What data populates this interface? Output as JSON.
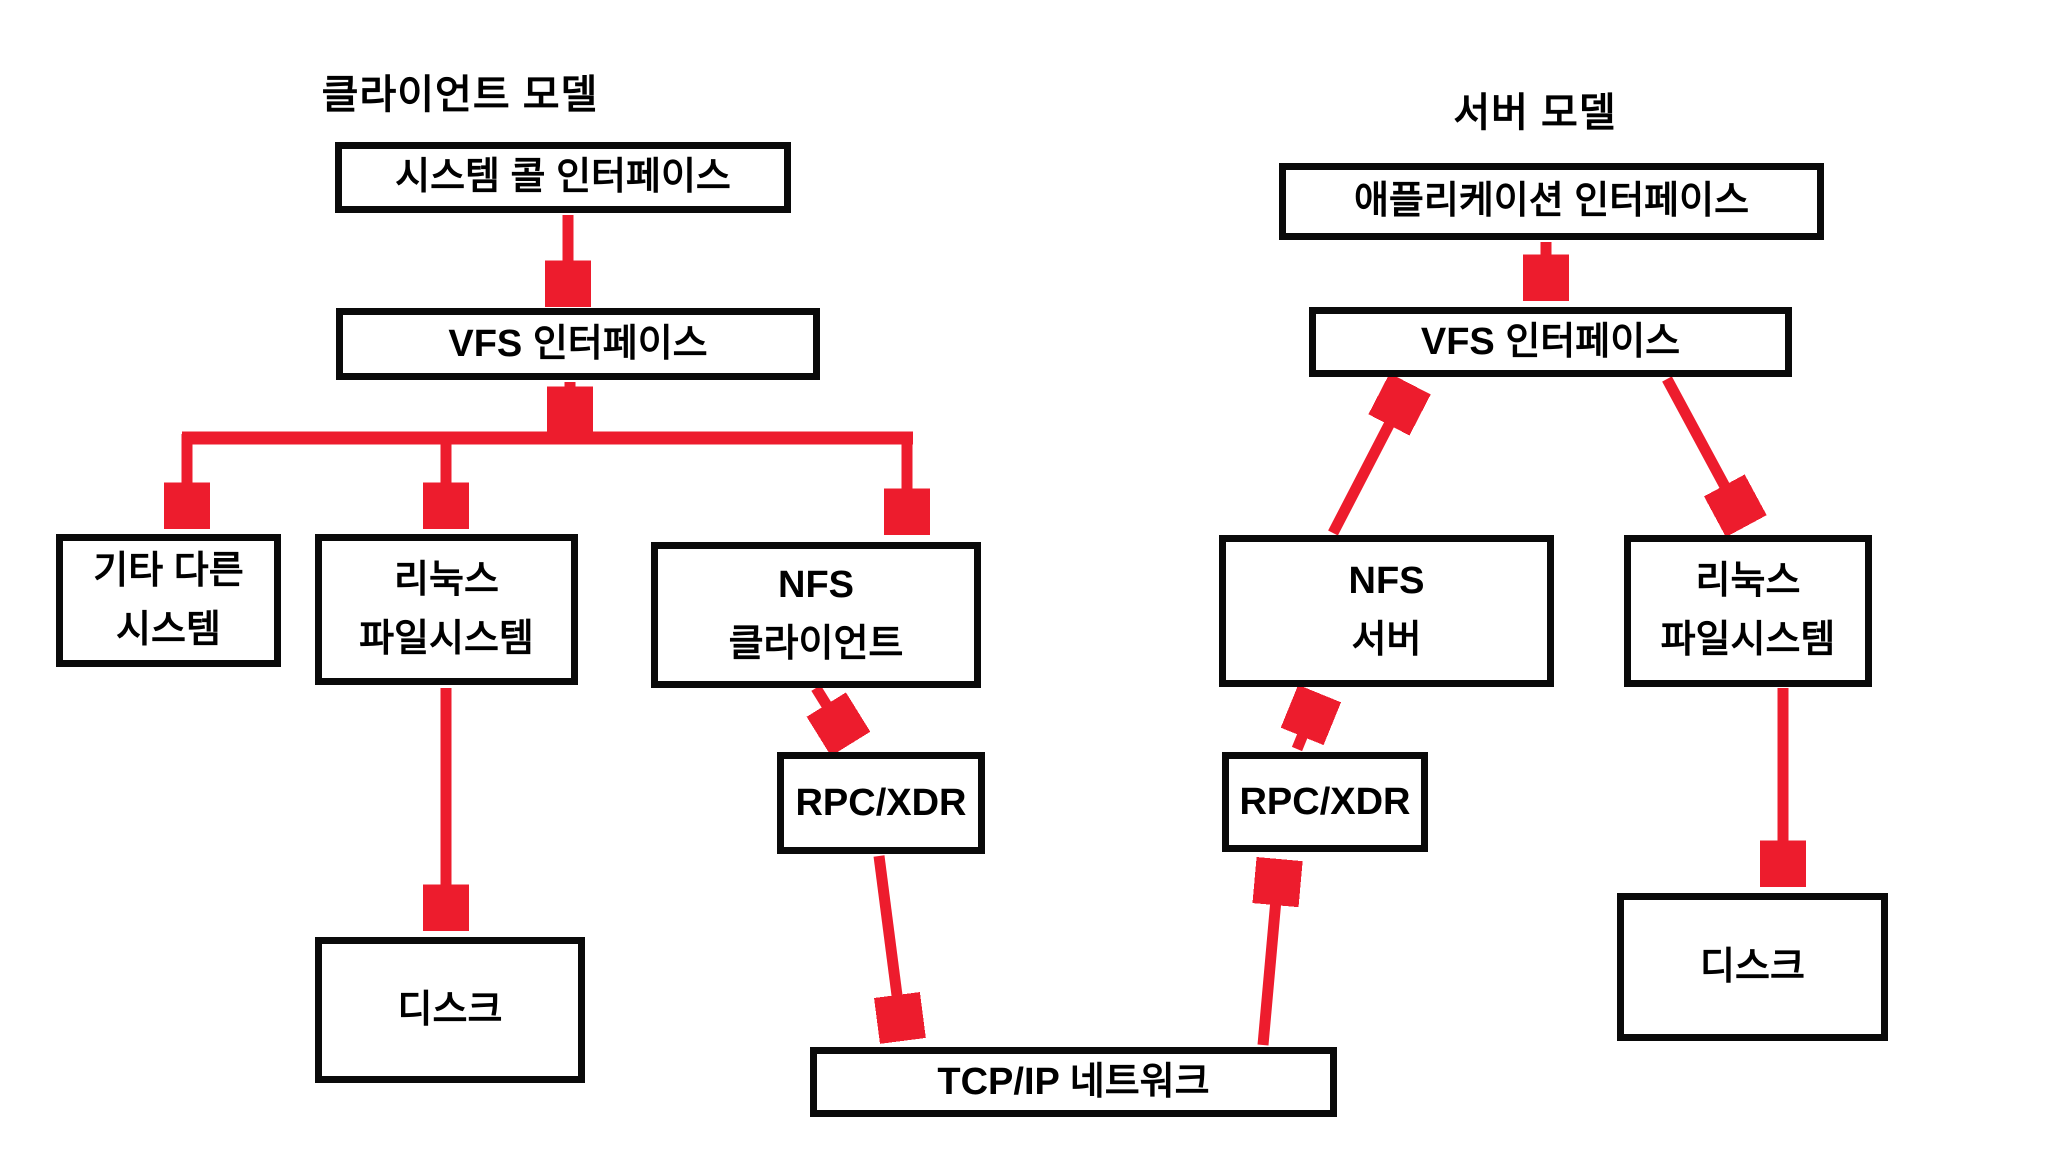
{
  "diagram": {
    "background": "#ffffff",
    "arrow_color": "#ed1c2d",
    "box_border_color": "#0a0a0a",
    "client_model": {
      "title": "클라이언트 모델",
      "nodes": {
        "syscall_interface": "시스템 콜 인터페이스",
        "vfs_interface": "VFS 인터페이스",
        "other_systems": "기타 다른\n시스템",
        "linux_filesystem": "리눅스\n파일시스템",
        "nfs_client": "NFS\n클라이언트",
        "rpc_xdr": "RPC/XDR",
        "disk": "디스크"
      }
    },
    "server_model": {
      "title": "서버 모델",
      "nodes": {
        "app_interface": "애플리케이션 인터페이스",
        "vfs_interface": "VFS 인터페이스",
        "nfs_server": "NFS\n서버",
        "linux_filesystem": "리눅스\n파일시스템",
        "rpc_xdr": "RPC/XDR",
        "disk": "디스크"
      }
    },
    "shared": {
      "tcpip_network": "TCP/IP 네트워크"
    },
    "edges": [
      {
        "model": "client",
        "from": "시스템 콜 인터페이스",
        "to": "VFS 인터페이스"
      },
      {
        "model": "client",
        "from": "VFS 인터페이스",
        "to": "기타 다른 시스템"
      },
      {
        "model": "client",
        "from": "VFS 인터페이스",
        "to": "리눅스 파일시스템"
      },
      {
        "model": "client",
        "from": "VFS 인터페이스",
        "to": "NFS 클라이언트"
      },
      {
        "model": "client",
        "from": "리눅스 파일시스템",
        "to": "디스크"
      },
      {
        "model": "client",
        "from": "NFS 클라이언트",
        "to": "RPC/XDR"
      },
      {
        "model": "client",
        "from": "RPC/XDR",
        "to": "TCP/IP 네트워크"
      },
      {
        "model": "server",
        "from": "애플리케이션 인터페이스",
        "to": "VFS 인터페이스"
      },
      {
        "model": "server",
        "from": "NFS 서버",
        "to": "VFS 인터페이스"
      },
      {
        "model": "server",
        "from": "VFS 인터페이스",
        "to": "리눅스 파일시스템"
      },
      {
        "model": "server",
        "from": "TCP/IP 네트워크",
        "to": "RPC/XDR"
      },
      {
        "model": "server",
        "from": "RPC/XDR",
        "to": "NFS 서버"
      },
      {
        "model": "server",
        "from": "리눅스 파일시스템",
        "to": "디스크"
      }
    ]
  }
}
